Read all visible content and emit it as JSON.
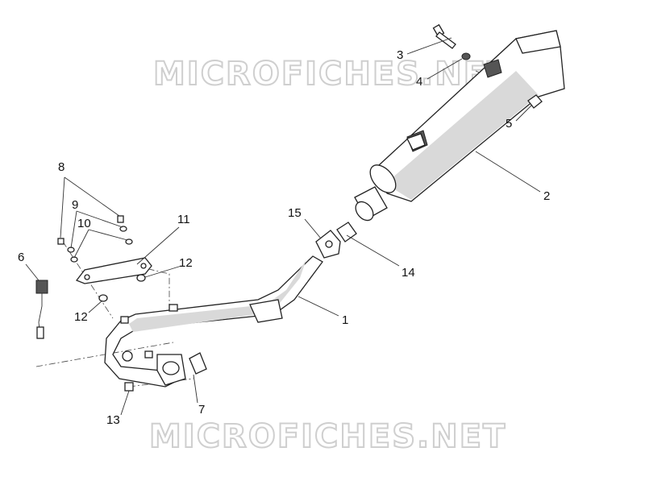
{
  "watermark": "MICROFICHES.NET",
  "callouts": [
    "1",
    "2",
    "3",
    "4",
    "5",
    "6",
    "7",
    "8",
    "9",
    "10",
    "11",
    "12",
    "12",
    "13",
    "14",
    "15"
  ]
}
